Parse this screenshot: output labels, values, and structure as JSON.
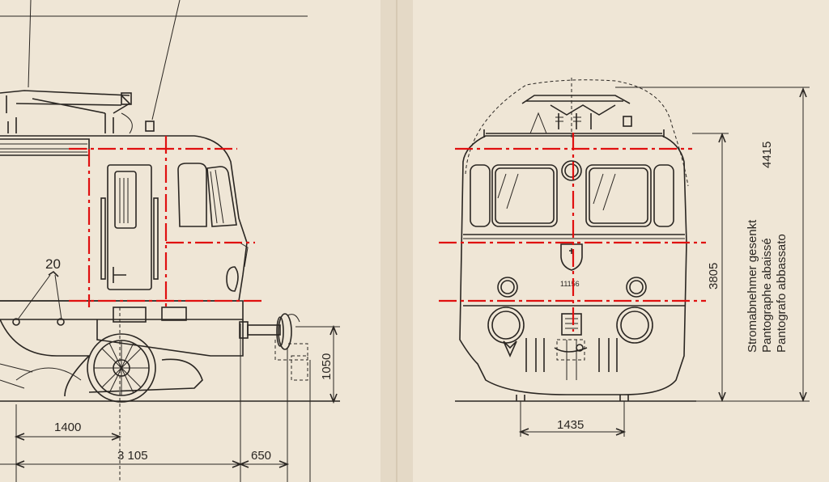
{
  "labels": {
    "callout_20": "20",
    "dim_1400": "1400",
    "dim_3105": "3 105",
    "dim_650": "650",
    "dim_1050": "1050",
    "dim_1435": "1435",
    "dim_3805": "3805",
    "dim_4415": "4415",
    "loco_number": "11156",
    "pantograph_de": "Stromabnehmer gesenkt",
    "pantograph_fr": "Pantographe abaissé",
    "pantograph_it": "Pantografo abbassato"
  },
  "colors": {
    "paper": "#efe6d6",
    "ink": "#2a2622",
    "axis_red": "#e01010"
  }
}
